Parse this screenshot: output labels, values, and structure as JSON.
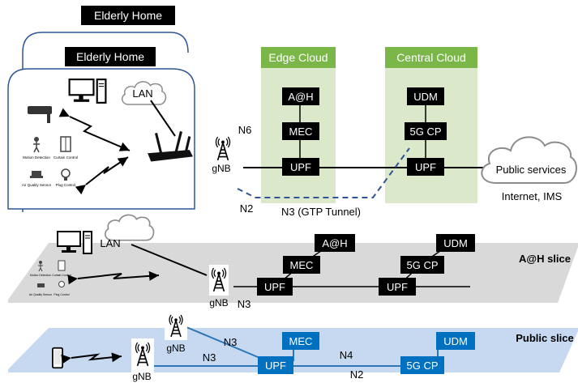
{
  "top": {
    "home_title_back": "Elderly Home",
    "home_title_front": "Elderly Home",
    "lan": "LAN",
    "sensors": [
      "Motion Detection",
      "Curtain Control",
      "Air Quality Sensor",
      "Plug Control"
    ],
    "gnb": "gNB",
    "edge_cloud": "Edge Cloud",
    "central_cloud": "Central Cloud",
    "edge_boxes": [
      "A@H",
      "MEC",
      "UPF"
    ],
    "central_boxes": [
      "UDM",
      "5G CP",
      "UPF"
    ],
    "n6": "N6",
    "n2": "N2",
    "n3": "N3 (GTP Tunnel)",
    "public_services": "Public services",
    "internet": "Internet, IMS"
  },
  "middle": {
    "slice_label": "A@H slice",
    "lan": "LAN",
    "sensors": [
      "Motion Detection",
      "Curtain Control",
      "Air Quality Sensor",
      "Plug Control"
    ],
    "gnb": "gNB",
    "n3": "N3",
    "boxes": {
      "ah": "A@H",
      "mec": "MEC",
      "upf1": "UPF",
      "udm": "UDM",
      "cp": "5G CP",
      "upf2": "UPF"
    }
  },
  "bottom": {
    "slice_label": "Public slice",
    "gnb": "gNB",
    "n3": "N3",
    "n4": "N4",
    "n2": "N2",
    "boxes": {
      "mec": "MEC",
      "upf": "UPF",
      "udm": "UDM",
      "cp": "5G CP"
    }
  },
  "colors": {
    "black_box": "#000000",
    "blue_box": "#0070c0",
    "cloud_band": "#dbe8c9",
    "cloud_header": "#7ab648",
    "slice_gray": "#d9d9d9",
    "slice_blue": "#c6d9f1",
    "home_border": "#2f5597",
    "link_blue": "#2e75b6",
    "tunnel_blue": "#2f5597"
  }
}
